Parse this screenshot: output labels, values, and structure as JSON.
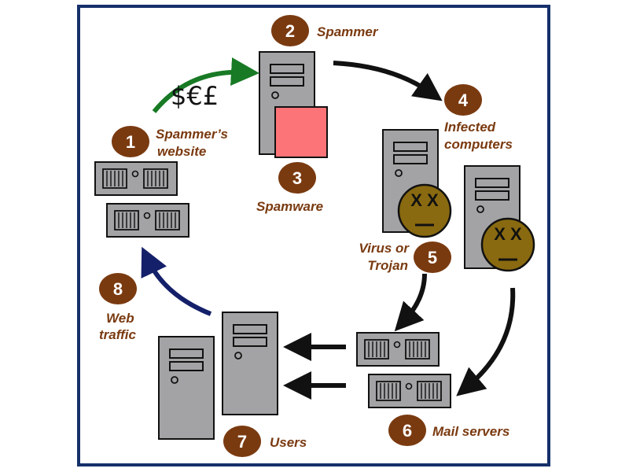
{
  "colors": {
    "frame": "#15306a",
    "badge": "#7a3a10",
    "label": "#7a3a10",
    "server": "#a3a3a5",
    "spamware": "#fd7478",
    "infected_face": "#8a6a10",
    "arrow_green": "#187a24",
    "arrow_navy": "#15206a",
    "arrow_black": "#111111"
  },
  "money_symbols": "$€£",
  "steps": [
    {
      "number": "1",
      "label_lines": [
        "Spammer’s",
        "website"
      ]
    },
    {
      "number": "2",
      "label_lines": [
        "Spammer"
      ]
    },
    {
      "number": "3",
      "label_lines": [
        "Spamware"
      ]
    },
    {
      "number": "4",
      "label_lines": [
        "Infected",
        "computers"
      ]
    },
    {
      "number": "5",
      "label_lines": [
        "Virus or",
        "Trojan"
      ]
    },
    {
      "number": "6",
      "label_lines": [
        "Mail servers"
      ]
    },
    {
      "number": "7",
      "label_lines": [
        "Users"
      ]
    },
    {
      "number": "8",
      "label_lines": [
        "Web",
        "traffic"
      ]
    }
  ],
  "infected_face_text": "X X",
  "icons": [
    "tower-server-icon",
    "rack-server-icon",
    "infected-face-icon",
    "spamware-box-icon"
  ]
}
